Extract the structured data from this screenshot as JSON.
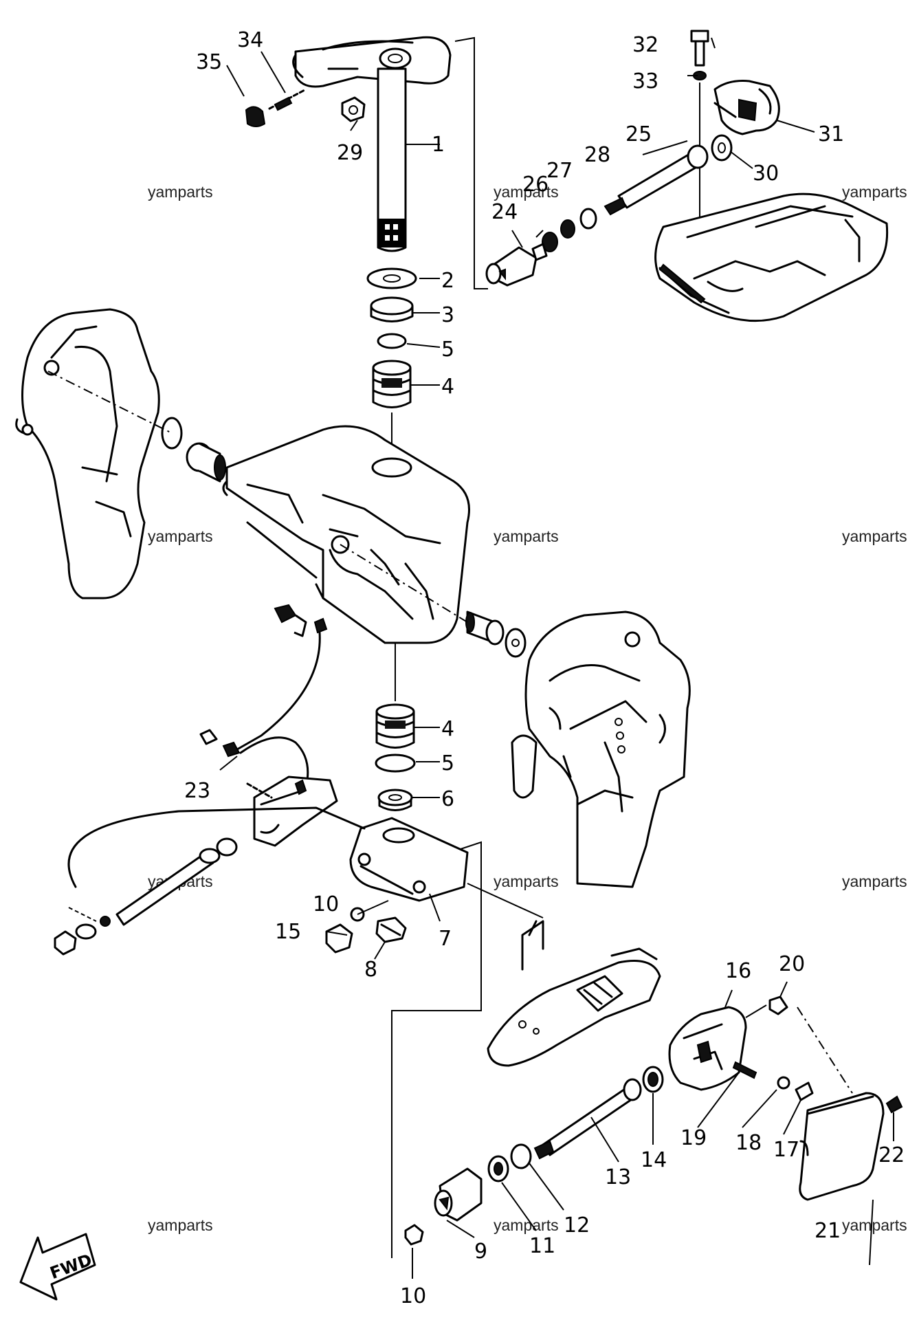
{
  "watermark": "yamparts",
  "fwd_label": "FWD",
  "callouts": {
    "c1": "1",
    "c2": "2",
    "c3": "3",
    "c4a": "4",
    "c5a": "5",
    "c4b": "4",
    "c5b": "5",
    "c6": "6",
    "c7": "7",
    "c8": "8",
    "c9": "9",
    "c10a": "10",
    "c10b": "10",
    "c11": "11",
    "c12": "12",
    "c13": "13",
    "c14": "14",
    "c15": "15",
    "c16": "16",
    "c17": "17",
    "c18": "18",
    "c19": "19",
    "c20": "20",
    "c21": "21",
    "c22": "22",
    "c23": "23",
    "c24": "24",
    "c25": "25",
    "c26": "26",
    "c27": "27",
    "c28": "28",
    "c29": "29",
    "c30": "30",
    "c31": "31",
    "c32": "32",
    "c33": "33",
    "c34": "34",
    "c35": "35"
  },
  "colors": {
    "line": "#000000",
    "background": "#ffffff",
    "watermark": "#222222"
  }
}
